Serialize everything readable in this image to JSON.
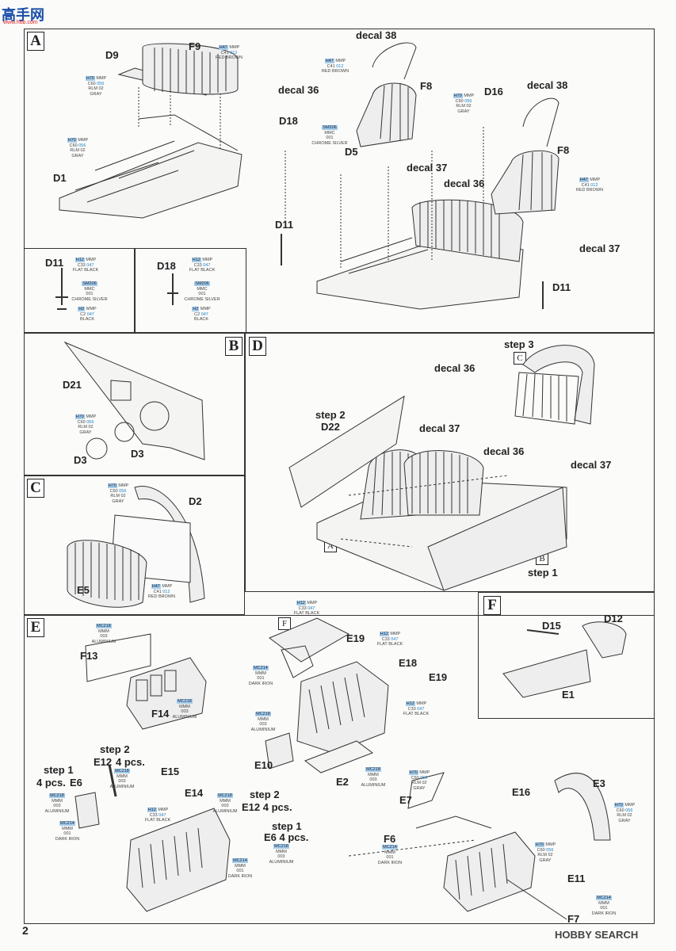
{
  "watermark_top": {
    "logo": "高手网",
    "url": "www.hob.com"
  },
  "watermark_bottom": "HOBBY SEARCH",
  "page_number": "2",
  "steps": {
    "A": "A",
    "B": "B",
    "C": "C",
    "D": "D",
    "E": "E",
    "F": "F"
  },
  "labels": {
    "d9": "D9",
    "f9": "F9",
    "d1": "D1",
    "decal38a": "decal 38",
    "decal36a": "decal 36",
    "f8a": "F8",
    "d18a": "D18",
    "d5": "D5",
    "decal37a": "decal 37",
    "d16": "D16",
    "decal38b": "decal 38",
    "f8b": "F8",
    "decal36b": "decal 36",
    "d11a": "D11",
    "decal37b": "decal 37",
    "d11b": "D11",
    "d11c": "D11",
    "d18b": "D18",
    "d21": "D21",
    "d3a": "D3",
    "d3b": "D3",
    "d2": "D2",
    "e5": "E5",
    "step3": "step 3",
    "decal36c": "decal 36",
    "step2d": "step 2",
    "d22": "D22",
    "decal37c": "decal 37",
    "decal36d": "decal 36",
    "decal37d": "decal 37",
    "step1d": "step 1",
    "f13": "F13",
    "f14": "F14",
    "e19a": "E19",
    "e18": "E18",
    "e19b": "E19",
    "e10": "E10",
    "e2": "E2",
    "d15": "D15",
    "d12": "D12",
    "e1": "E1",
    "step2e": "step 2",
    "e12a": "E12",
    "pcs4a": "4 pcs.",
    "e15": "E15",
    "step1e": "step 1",
    "pcs4b": "4 pcs.",
    "e6a": "E6",
    "e14": "E14",
    "step2f": "step 2",
    "e12b": "E12  4 pcs.",
    "step1f": "step 1",
    "e6b": "E6  4 pcs.",
    "e7": "E7",
    "e16": "E16",
    "e3": "E3",
    "f6": "F6",
    "e11": "E11",
    "f7": "F7"
  },
  "paints": {
    "h47": [
      "H47",
      "MMP",
      "C41",
      "012",
      "RED BROWN"
    ],
    "h70": [
      "H70",
      "MMP",
      "C60",
      "056",
      "RLM 02",
      "GRAY"
    ],
    "h12": [
      "H12",
      "MMP",
      "C33",
      "047",
      "FLAT BLACK"
    ],
    "sm206": [
      "SM206",
      "MMC",
      "001",
      "CHROME SILVER"
    ],
    "h2": [
      "H2",
      "MMP",
      "C2",
      "047",
      "BLACK"
    ],
    "mc218": [
      "MC218",
      "MMM",
      "003",
      "ALUMINIUM"
    ],
    "mc214": [
      "MC214",
      "MMM",
      "001",
      "DARK IRON"
    ]
  },
  "colors": {
    "paint_code": "#1a7fc4",
    "paint_highlight": "#a6cde8",
    "ink": "#222222"
  }
}
